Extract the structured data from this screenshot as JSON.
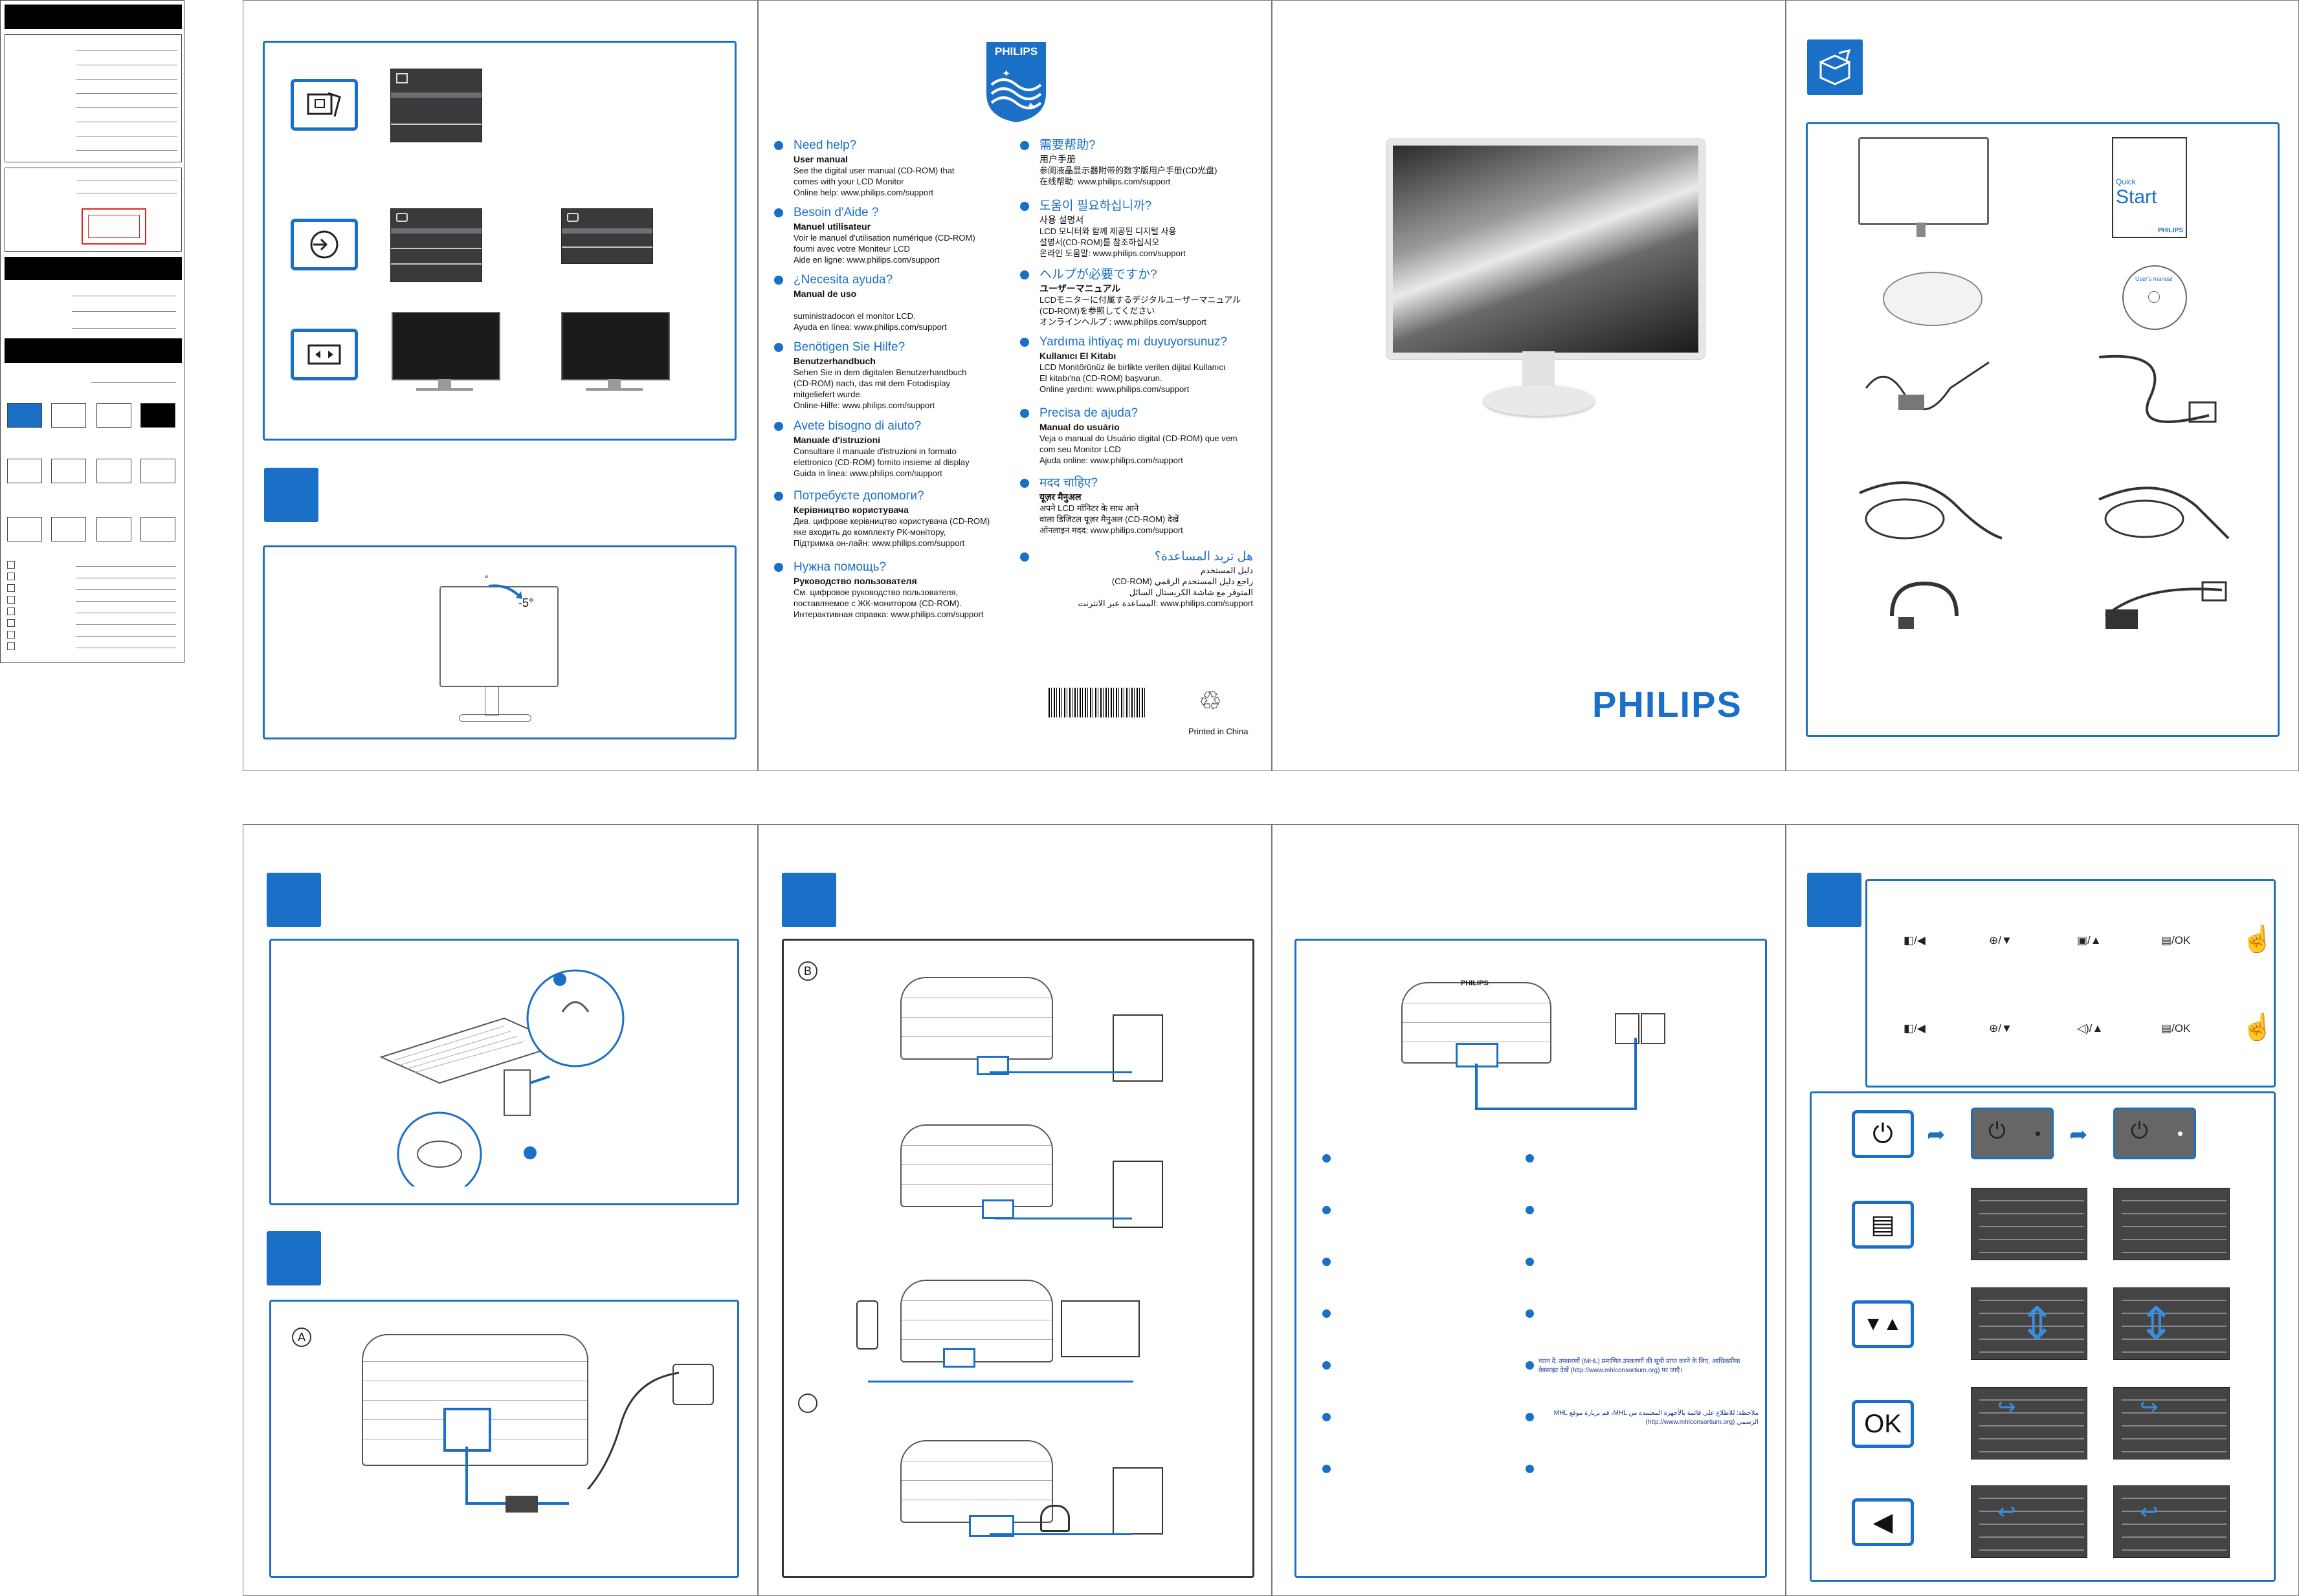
{
  "brand": "PHILIPS",
  "help": {
    "languages": [
      {
        "code": "EN",
        "heading": "Need help?",
        "title": "User manual",
        "lines": [
          "See the digital user manual (CD-ROM) that",
          "comes with your LCD Monitor",
          "Online help: www.philips.com/support"
        ]
      },
      {
        "code": "FR",
        "heading": "Besoin d'Aide ?",
        "title": "Manuel utilisateur",
        "lines": [
          "Voir le manuel d'utilisation numérique (CD-ROM)",
          "fourni avec votre Moniteur LCD",
          "Aide en ligne: www.philips.com/support"
        ]
      },
      {
        "code": "ES",
        "heading": "¿Necesita ayuda?",
        "title": "Manual de uso",
        "lines": [
          "",
          "suministradocon el monitor LCD.",
          "Ayuda en línea: www.philips.com/support"
        ]
      },
      {
        "code": "DE",
        "heading": "Benötigen Sie Hilfe?",
        "title": "Benutzerhandbuch",
        "lines": [
          "Sehen Sie in dem digitalen Benutzerhandbuch",
          "(CD-ROM) nach, das mit dem Fotodisplay",
          "mitgeliefert wurde.",
          "Online-Hilfe: www.philips.com/support"
        ]
      },
      {
        "code": "IT",
        "heading": "Avete bisogno di aiuto?",
        "title": "Manuale d'istruzioni",
        "lines": [
          "Consultare il manuale d'istruzioni in formato",
          "elettronico (CD-ROM) fornito insieme al display",
          "Guida in linea: www.philips.com/support"
        ]
      },
      {
        "code": "UA",
        "heading": "Потребуєте допомоги?",
        "title": "Керівництво користувача",
        "lines": [
          "Див. цифрове керівництво користувача (CD-ROM)",
          "яке входить до комплекту РК-монітору,",
          "Підтримка он-лайн: www.philips.com/support"
        ]
      },
      {
        "code": "RU",
        "heading": "Нужна помощь?",
        "title": "Руководство пользователя",
        "lines": [
          "См. цифровое руководство пользователя,",
          "поставляемое с ЖК-монитором (CD-ROM).",
          "Интерактивная справка: www.philips.com/support"
        ]
      }
    ],
    "languages2": [
      {
        "code": "CN",
        "heading": "需要帮助?",
        "title": "用户手册",
        "lines": [
          "参阅液晶显示器附带的数字版用户手册(CD光盘)",
          "在线帮助: www.philips.com/support"
        ]
      },
      {
        "code": "KR",
        "heading": "도움이 필요하십니까?",
        "title": "사용 설명서",
        "lines": [
          "LCD 모니터와 함께 제공된 디지털 사용",
          "설명서(CD-ROM)를 참조하십시오",
          "온라인 도움말: www.philips.com/support"
        ]
      },
      {
        "code": "JP",
        "heading": "ヘルプが必要ですか?",
        "title": "ユーザーマニュアル",
        "lines": [
          "LCDモニターに付属するデジタルユーザーマニュアル",
          "(CD-ROM)を参照してください",
          "オンラインヘルプ : www.philips.com/support"
        ]
      },
      {
        "code": "TR",
        "heading": "Yardıma ihtiyaç mı duyuyorsunuz?",
        "title": "Kullanıcı El Kitabı",
        "lines": [
          "LCD Monitörünüz ile birlikte verilen dijital Kullanıcı",
          "El kitabı'na (CD-ROM) başvurun.",
          "Online yardım: www.philips.com/support"
        ]
      },
      {
        "code": "PT",
        "heading": "Precisa de ajuda?",
        "title": "Manual do usuário",
        "lines": [
          "Veja o manual do Usuário digital (CD-ROM) que vem",
          "com seu Monitor LCD",
          "Ajuda online: www.philips.com/support"
        ]
      },
      {
        "code": "IN",
        "heading": "मदद चाहिए?",
        "title": "यूज़र मैनुअल",
        "lines": [
          "अपने LCD मॉनिटर के साथ आने",
          "वाला डिजिटल यूज़र मैनुअल (CD-ROM) देखें",
          "ऑनलाइन मदद: www.philips.com/support"
        ]
      }
    ],
    "arabic": {
      "heading": "هل تريد المساعدة؟",
      "title": "دليل المستخدم",
      "lines": [
        "راجع دليل المستخدم الرقمي (CD-ROM)",
        "المتوفر مع شاشة الكريستال السائل",
        "www.philips.com/support :المساعدة عبر الانترنت"
      ]
    },
    "printed": "Printed in China"
  },
  "box_contents": {
    "quick_start": {
      "label1": "Quick",
      "label2": "Start",
      "brand": "PHILIPS"
    },
    "cd_label": "User's manual"
  },
  "setup": {
    "circle_A": "A",
    "circle_B": "B",
    "tilt_label": "-5°",
    "mhl_hindi": "ध्यान दें: उपकरणों (MHL) प्रमाणित उपकरणों की सूची प्राप्त करने के लिए, आधिकारिक वेबसाइट देखें (http://www.mhlconsortium.org) पर जाएँ।",
    "mhl_arabic": "ملاحظة: للاطلاع على قائمة بالأجهزة المعتمدة من MHL، قم بزيارة موقع MHL الرسمي (http://www.mhlconsortium.org)"
  },
  "controls": {
    "row1": [
      "◧/◀",
      "⊕/▼",
      "▣/▲",
      "▤/OK"
    ],
    "row2": [
      "◧/◀",
      "⊕/▼",
      "◁)/▲",
      "▤/OK"
    ],
    "ok_label": "OK"
  },
  "colors": {
    "accent": "#1a6fc7",
    "frame": "#1e6fc2",
    "dark": "#000000"
  }
}
